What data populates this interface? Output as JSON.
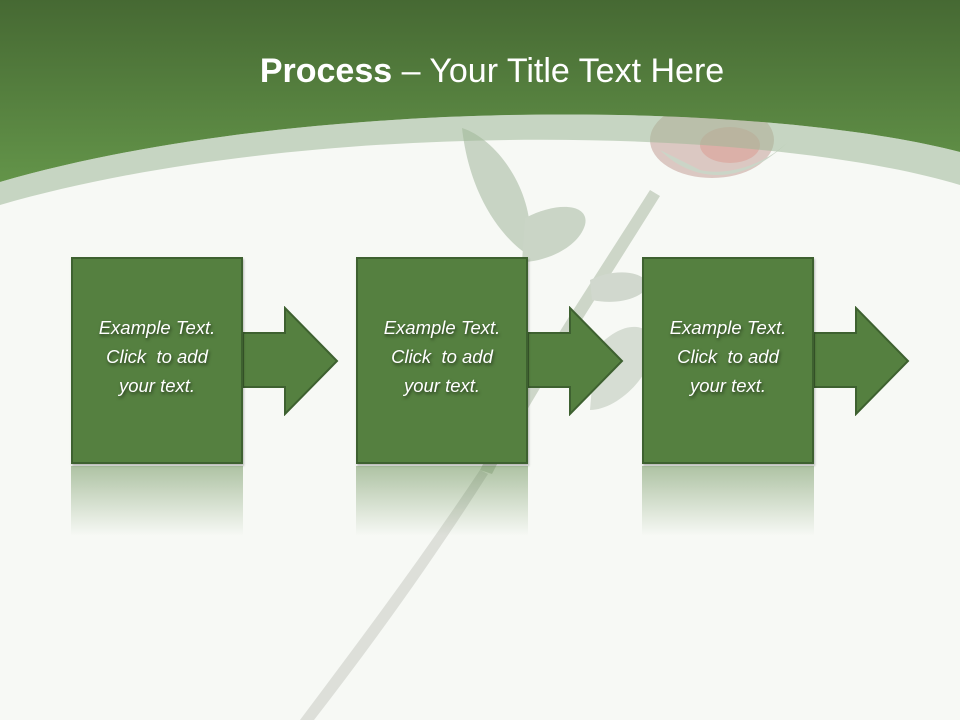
{
  "slide": {
    "title_bold": "Process",
    "title_rest": " – Your Title Text Here",
    "colors": {
      "header_top": "#476a34",
      "header_bottom": "#62924a",
      "box_fill": "#558040",
      "box_border": "#3e6130",
      "background": "#f7f9f5"
    }
  },
  "steps": [
    {
      "line1": "Example Text.",
      "line2": "Click  to add",
      "line3": "your text."
    },
    {
      "line1": "Example Text.",
      "line2": "Click  to add",
      "line3": "your text."
    },
    {
      "line1": "Example Text.",
      "line2": "Click  to add",
      "line3": "your text."
    }
  ],
  "icons": {
    "arrow": "right-arrow-icon",
    "background_image": "rose-icon"
  }
}
